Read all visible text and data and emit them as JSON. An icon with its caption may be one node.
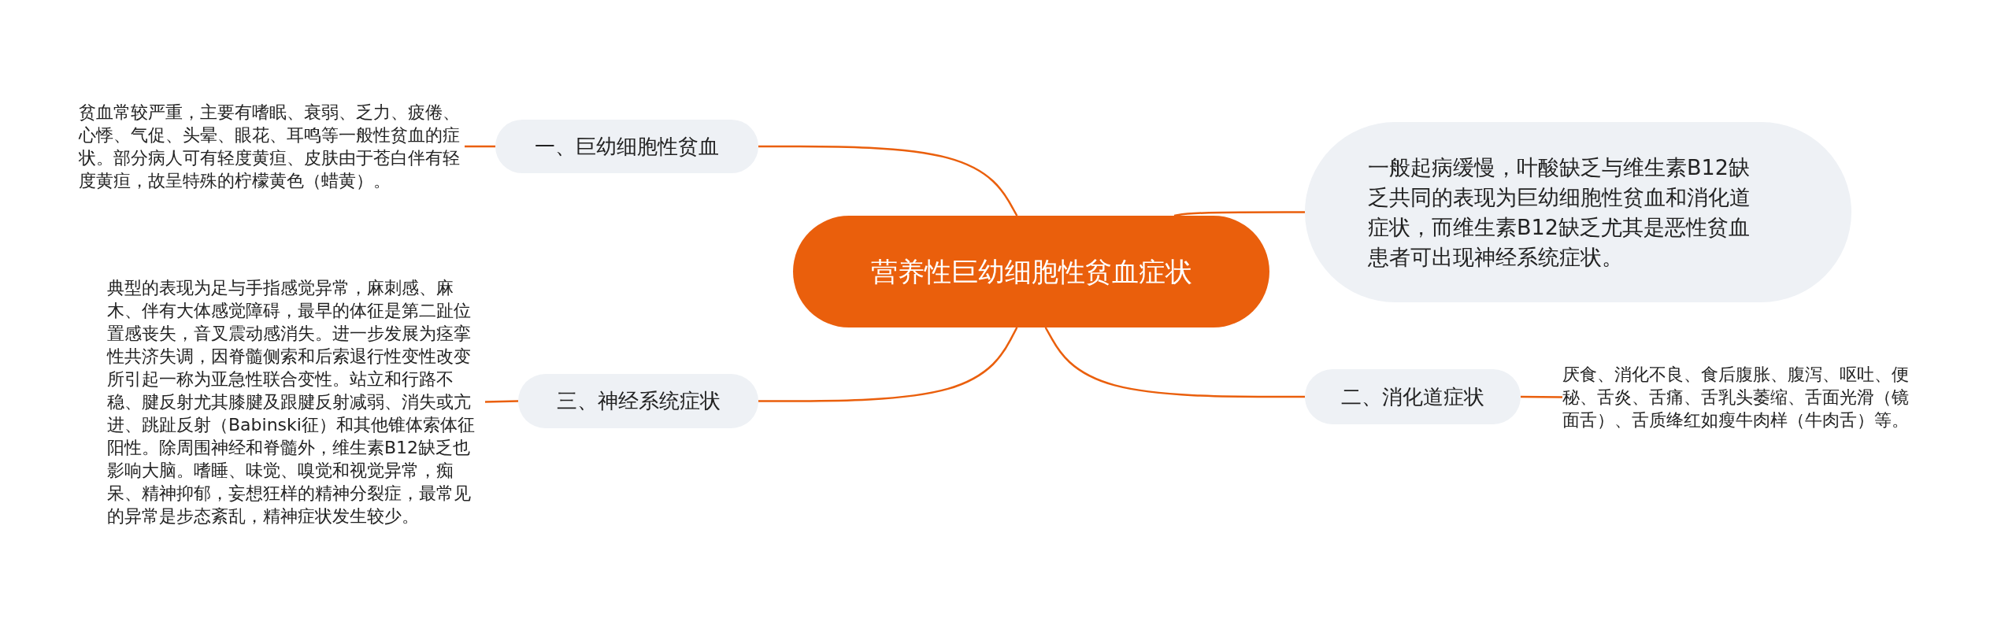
{
  "diagram": {
    "nodes": [
      {
        "text": [
          "营养性巨幼细胞性贫血症状"
        ]
      },
      {
        "text": [
          "一、巨幼细胞性贫血"
        ]
      },
      {
        "text": [
          "贫血常较严重，主要有嗜眠、衰弱、乏力、疲倦、心悸、气促、头晕、眼花、耳鸣等一般性贫血的症状。部分病人可有轻度黄疸、皮肤由于苍白伴有轻度黄疸，故呈特殊的柠檬黄色（蜡黄）。"
        ]
      },
      {
        "text": [
          "一般起病缓慢，叶酸缺乏与维生素B12缺乏共同的表现为巨幼细胞性贫血和消化道症状，而维生素B12缺乏尤其是恶性贫血患者可出现神经系统症状。"
        ]
      },
      {
        "text": [
          "二、消化道症状"
        ]
      },
      {
        "text": [
          "厌食、消化不良、食后腹胀、腹泻、呕吐、便秘、舌炎、舌痛、舌乳头萎缩、舌面光滑（镜面舌）、舌质绛红如瘦牛肉样（牛肉舌）等。"
        ]
      },
      {
        "text": [
          "三、神经系统症状"
        ]
      },
      {
        "text": [
          "典型的表现为足与手指感觉异常，麻刺感、麻木、伴有大体感觉障碍，最早的体征是第二趾位置感丧失，音叉震动感消失。进一步发展为痉挛性共济失调，因脊髓侧索和后索退行性变性改变所引起一称为亚急性联合变性。站立和行路不稳、腱反射尤其膝腱及跟腱反射减弱、消失或亢进、跳趾反射（Babinski征）和其他锥体索体征阳性。除周围神经和脊髓外，维生素B12缺乏也影响大脑。嗜睡、味觉、嗅觉和视觉异常，痴呆、精神抑郁，妄想狂样的精神分裂症，最常见的异常是步态紊乱，精神症状发生较少。"
        ]
      }
    ],
    "edges": [
      {
        "from": 0,
        "to": 1,
        "arrow": "none"
      },
      {
        "from": 1,
        "to": 2,
        "arrow": "none"
      },
      {
        "from": 0,
        "to": 3,
        "arrow": "none"
      },
      {
        "from": 0,
        "to": 4,
        "arrow": "none"
      },
      {
        "from": 4,
        "to": 5,
        "arrow": "none"
      },
      {
        "from": 0,
        "to": 6,
        "arrow": "none"
      },
      {
        "from": 6,
        "to": 7,
        "arrow": "none"
      }
    ]
  }
}
